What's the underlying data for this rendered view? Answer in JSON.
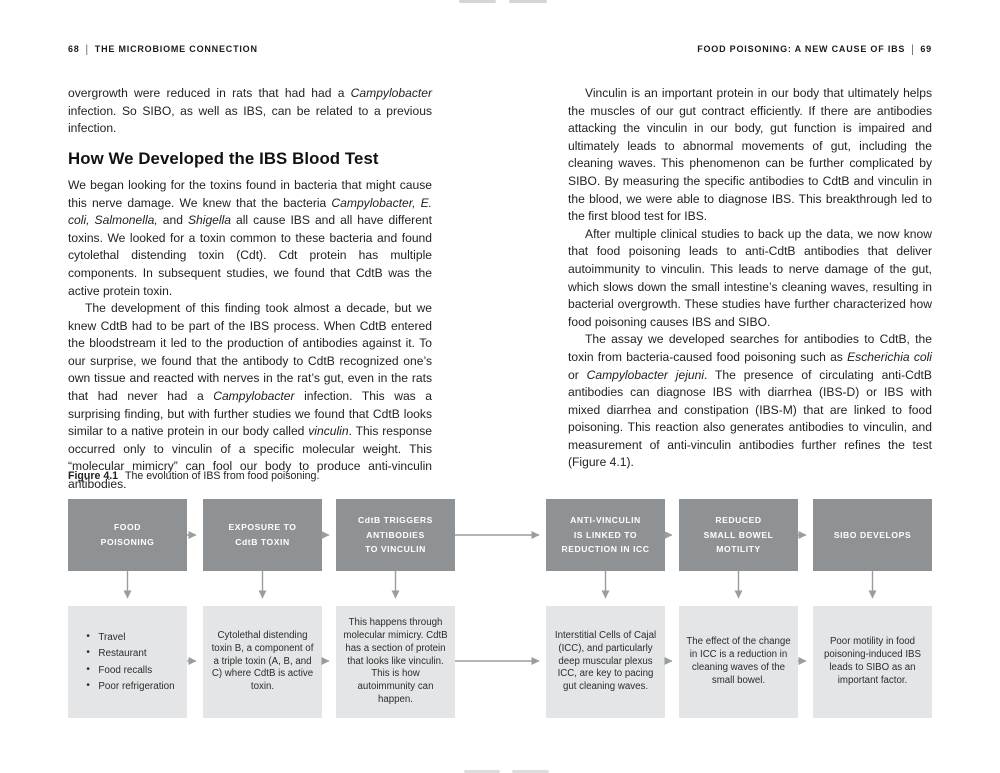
{
  "left_page": {
    "header": {
      "page_number": "68",
      "separator": "|",
      "title": "THE MICROBIOME CONNECTION"
    },
    "intro_paragraph": "overgrowth were reduced in rats that had had a *Campylobacter* infection. So SIBO, as well as IBS, can be related to a previous infection.",
    "section_heading": "How We Developed the IBS Blood Test",
    "paragraphs": [
      "We began looking for the toxins found in bacteria that might cause this nerve damage. We knew that the bacteria *Campylobacter, E. coli, Salmonella,* and *Shigella* all cause IBS and all have different toxins. We looked for a toxin common to these bacteria and found cytolethal distending toxin (Cdt). Cdt protein has multiple components. In subsequent studies, we found that CdtB was the active protein toxin.",
      "The development of this finding took almost a decade, but we knew CdtB had to be part of the IBS process. When CdtB entered the bloodstream it led to the production of antibodies against it. To our surprise, we found that the antibody to CdtB recognized one’s own tissue and reacted with nerves in the rat’s gut, even in the rats that had never had a *Campylobacter* infection. This was a surprising finding, but with further studies we found that CdtB looks similar to a native protein in our body called *vinculin*. This response occurred only to vinculin of a specific molecular weight. This “molecular mimicry” can fool our body to produce anti-vinculin antibodies."
    ]
  },
  "right_page": {
    "header": {
      "title": "FOOD POISONING: A NEW CAUSE OF IBS",
      "separator": "|",
      "page_number": "69"
    },
    "paragraphs": [
      "Vinculin is an important protein in our body that ultimately helps the muscles of our gut contract efficiently. If there are antibodies attacking the vinculin in our body, gut function is impaired and ultimately leads to abnormal movements of gut, including the cleaning waves. This phenomenon can be further complicated by SIBO. By measuring the specific antibodies to CdtB and vinculin in the blood, we were able to diagnose IBS. This breakthrough led to the first blood test for IBS.",
      "After multiple clinical studies to back up the data, we now know that food poisoning leads to anti-CdtB antibodies that deliver autoimmunity to vinculin. This leads to nerve damage of the gut, which slows down the small intestine’s cleaning waves, resulting in bacterial overgrowth. These studies have further characterized how food poisoning causes IBS and SIBO.",
      "The assay we developed searches for antibodies to CdtB, the toxin from bacteria-caused food poisoning such as *Escherichia coli* or *Campylobacter jejuni*. The presence of circulating anti-CdtB antibodies can diagnose IBS with diarrhea (IBS-D) or IBS with mixed diarrhea and constipation (IBS-M) that are linked to food poisoning. This reaction also generates antibodies to vinculin, and measurement of anti-vinculin antibodies further refines the test (Figure 4.1)."
    ]
  },
  "figure": {
    "label": "Figure 4.1",
    "caption": "The evolution of IBS from food poisoning.",
    "top_boxes": [
      "FOOD\nPOISONING",
      "EXPOSURE TO\nCdtB TOXIN",
      "CdtB TRIGGERS\nANTIBODIES\nTO VINCULIN",
      "ANTI-VINCULIN\nIS LINKED TO\nREDUCTION IN ICC",
      "REDUCED\nSMALL BOWEL\nMOTILITY",
      "SIBO DEVELOPS"
    ],
    "bottom_boxes": {
      "box1_bullets": [
        "Travel",
        "Restaurant",
        "Food recalls",
        "Poor refrigeration"
      ],
      "box2": "Cytolethal distending toxin B, a component of a triple toxin (A, B, and C) where CdtB is active toxin.",
      "box3": "This happens through molecular mimicry. CdtB has a section of protein that looks like vinculin. This is how autoimmunity can happen.",
      "box4": "Interstitial Cells of Cajal (ICC), and particularly deep muscular plexus ICC, are key to pacing gut cleaning waves.",
      "box5": "The effect of the change in ICC is a reduction in cleaning waves of the small bowel.",
      "box6": "Poor motility in food poisoning-induced IBS leads to SIBO as an important factor."
    },
    "colors": {
      "dark_box": "#8F9294",
      "light_box": "#E4E5E6",
      "connector": "#9A9C9E",
      "dark_box_text": "#FFFFFF"
    }
  }
}
